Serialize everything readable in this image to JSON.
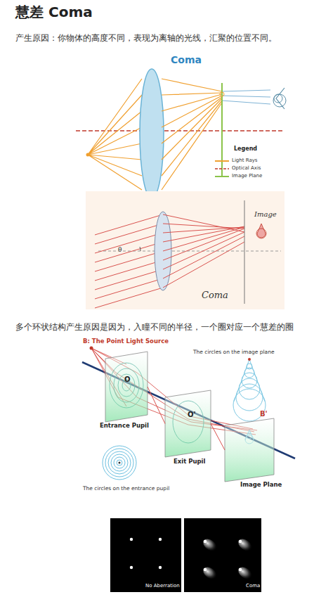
{
  "diagram": {
    "title": "慧差 Coma",
    "nodes": [
      {
        "text": [
          "O",
          "Entrance Pupil"
        ]
      },
      {
        "text": [
          "O'",
          "Exit Pupil"
        ]
      },
      {
        "text": [
          "B'",
          "Image Plane"
        ]
      },
      {
        "text": [
          "No Aberration"
        ]
      },
      {
        "text": [
          "Coma"
        ]
      }
    ],
    "edges": [
      {
        "from": 0,
        "to": 1,
        "arrow": "none"
      },
      {
        "from": 1,
        "to": 2,
        "arrow": "none"
      }
    ],
    "labels": [
      "产生原因：你物体的高度不同，表现为离轴的光线，汇聚的位置不同。",
      "Coma",
      "Legend",
      "θ",
      "Image",
      "Coma",
      "多个环状结构产生原因是因为，入瞳不同的半径，一个圈对应一个慧差的圈",
      "B: The Point Light Source",
      "The circles on the image plane",
      "The circles on the entrance pupil"
    ],
    "legend": [
      {
        "text": "Light Rays"
      },
      {
        "text": "Optical Axis"
      },
      {
        "text": "Image Plane"
      }
    ]
  }
}
